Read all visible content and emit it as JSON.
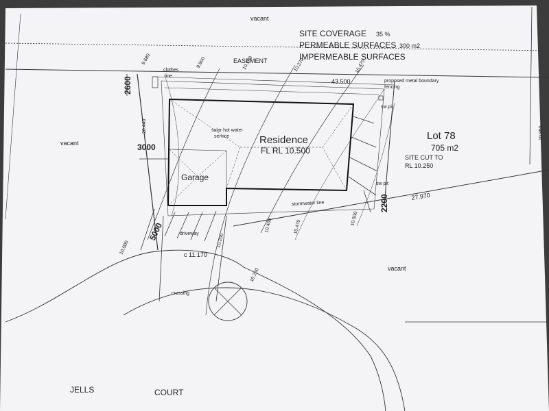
{
  "labels": {
    "vacant_top": "vacant",
    "vacant_left": "vacant",
    "vacant_bottom_right": "vacant",
    "site_coverage": "SITE COVERAGE",
    "site_coverage_value": "35 %",
    "permeable": "PERMEABLE SURFACES",
    "permeable_value": "300 m2",
    "impermeable": "IMPERMEABLE SURFACES",
    "easement": "EASEMENT",
    "clothes_line_1": "clothes",
    "clothes_line_2": "line",
    "proposed_fence_1": "proposed metal boundary",
    "proposed_fence_2": "fencing",
    "sw_pit_top": "sw pit",
    "sw_pit_bottom": "sw pit",
    "solar_1": "solar hot water",
    "solar_2": "service",
    "residence": "Residence",
    "floor_level": "FL RL 10.500",
    "garage": "Garage",
    "lot": "Lot  78",
    "lot_area": "705 m2",
    "site_cut_1": "SITE CUT TO",
    "site_cut_2": "RL 10.250",
    "driveway": "driveway",
    "crossing": "crossing",
    "street_1": "JELLS",
    "street_2": "COURT",
    "stormwater": "stormwater line"
  },
  "dimensions": {
    "d2600": "2600",
    "d3000": "3000",
    "d5000": "5000",
    "d2200": "2200",
    "len_43500": "43.500",
    "len_27970": "27.970",
    "len_11170": "c 11.170",
    "side_20440": "20.440",
    "side_10850": "10.850"
  },
  "levels": {
    "l9680": "9.680",
    "l9900": "9.900",
    "l10160": "10.160",
    "l10370": "10.370",
    "l10470_top": "10.470",
    "l10400": "10.400",
    "l10470_mid": "10.470",
    "l10500": "10.500",
    "l10200": "10.200",
    "l10000": "10.000",
    "l10260": "10.260"
  }
}
